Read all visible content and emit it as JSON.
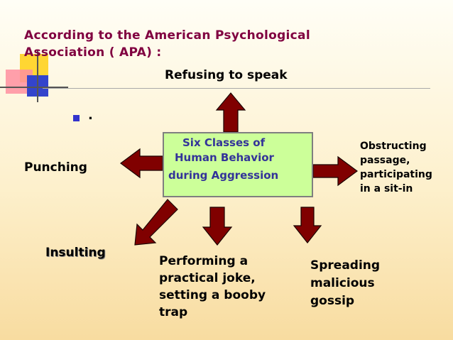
{
  "title": {
    "line1": "According to the American Psychological",
    "line2": "Association ( APA) :"
  },
  "bullet": {
    "text": "."
  },
  "center": {
    "line1": "Six Classes of",
    "line2": "Human Behavior",
    "line3": "during Aggression"
  },
  "outcomes": {
    "top": "Refusing to speak",
    "left": "Punching",
    "right": [
      "Obstructing",
      "passage,",
      "participating",
      "in a sit-in"
    ],
    "bottom_left": "Insulting",
    "bottom_middle": [
      "Performing a",
      "practical joke,",
      "setting a booby",
      "trap"
    ],
    "bottom_right": [
      "Spreading",
      "malicious",
      "gossip"
    ]
  },
  "colors": {
    "title": "#800040",
    "center_fill": "#ccff99",
    "center_text": "#333399",
    "arrow": "#800000"
  }
}
